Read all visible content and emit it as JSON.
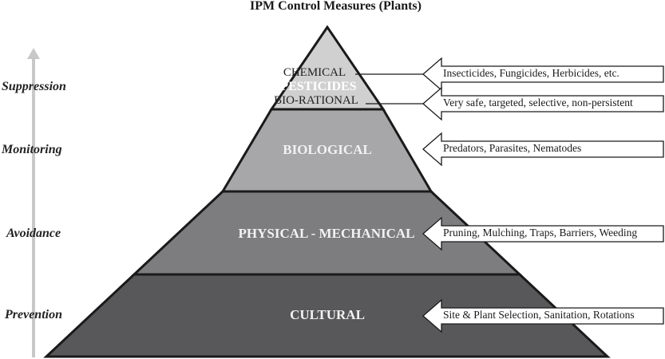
{
  "title": "IPM Control Measures (Plants)",
  "colors": {
    "pesticides_fill": "#d0d0d0",
    "biological_fill": "#a7a7a9",
    "physical_fill": "#7d7d80",
    "cultural_fill": "#58585a",
    "outline": "#1a1a1a",
    "axis_arrow": "#c8c8c8"
  },
  "stages": [
    {
      "label": "Suppression"
    },
    {
      "label": "Monitoring"
    },
    {
      "label": "Avoidance"
    },
    {
      "label": "Prevention"
    }
  ],
  "axis": {
    "direction": "up",
    "icon": "up-arrow-icon"
  },
  "pyramid": {
    "top": {
      "label": "PESTICIDES",
      "upper": "CHEMICAL",
      "lower": "BIO-RATIONAL"
    },
    "layers": [
      {
        "label": "BIOLOGICAL"
      },
      {
        "label": "PHYSICAL - MECHANICAL"
      },
      {
        "label": "CULTURAL"
      }
    ]
  },
  "callouts": [
    {
      "text": "Insecticides, Fungicides, Herbicides, etc."
    },
    {
      "text": "Very safe, targeted, selective, non-persistent"
    },
    {
      "text": "Predators, Parasites, Nematodes"
    },
    {
      "text": "Pruning, Mulching, Traps, Barriers, Weeding"
    },
    {
      "text": "Site & Plant Selection, Sanitation, Rotations"
    }
  ]
}
